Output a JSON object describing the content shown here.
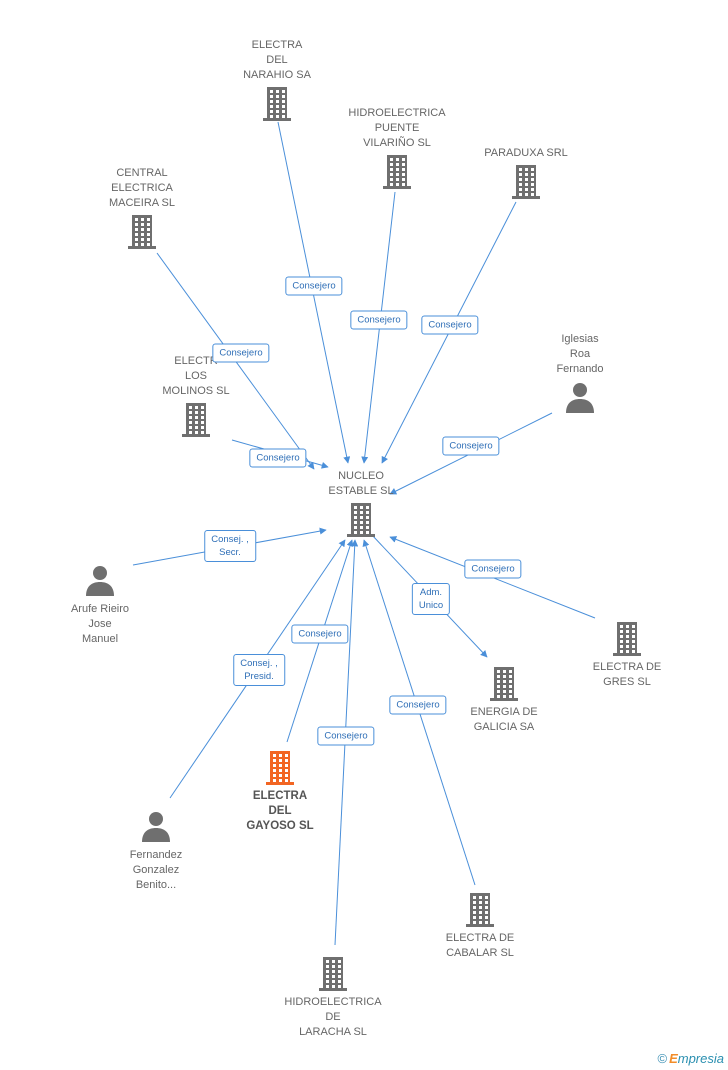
{
  "nodes": [
    {
      "id": "hub",
      "label": "NUCLEO\nESTABLE SL",
      "type": "company",
      "role": "hub"
    },
    {
      "id": "narahio",
      "label": "ELECTRA\nDEL\nNARAHIO SA",
      "type": "company"
    },
    {
      "id": "hidro_puente",
      "label": "HIDROELECTRICA\nPUENTE\nVILARIÑO SL",
      "type": "company"
    },
    {
      "id": "paraduxa",
      "label": "PARADUXA SRL",
      "type": "company"
    },
    {
      "id": "maceira",
      "label": "CENTRAL\nELECTRICA\nMACEIRA SL",
      "type": "company"
    },
    {
      "id": "molinos",
      "label": "ELECTR\nLOS\nMOLINOS SL",
      "type": "company"
    },
    {
      "id": "iglesias",
      "label": "Iglesias\nRoa\nFernando",
      "type": "person"
    },
    {
      "id": "arufe",
      "label": "Arufe Rieiro\nJose\nManuel",
      "type": "person"
    },
    {
      "id": "gres",
      "label": "ELECTRA DE\nGRES SL",
      "type": "company"
    },
    {
      "id": "energia",
      "label": "ENERGIA DE\nGALICIA SA",
      "type": "company"
    },
    {
      "id": "gayoso",
      "label": "ELECTRA\nDEL\nGAYOSO SL",
      "type": "company",
      "role": "focus"
    },
    {
      "id": "fernandez",
      "label": "Fernandez\nGonzalez\nBenito...",
      "type": "person"
    },
    {
      "id": "cabalar",
      "label": "ELECTRA DE\nCABALAR SL",
      "type": "company"
    },
    {
      "id": "laracha",
      "label": "HIDROELECTRICA\nDE\nLARACHA SL",
      "type": "company"
    }
  ],
  "edges": [
    {
      "from": "narahio",
      "to": "hub",
      "label": "Consejero"
    },
    {
      "from": "hidro_puente",
      "to": "hub",
      "label": "Consejero"
    },
    {
      "from": "paraduxa",
      "to": "hub",
      "label": "Consejero"
    },
    {
      "from": "maceira",
      "to": "hub",
      "label": "Consejero"
    },
    {
      "from": "molinos",
      "to": "hub",
      "label": "Consejero"
    },
    {
      "from": "iglesias",
      "to": "hub",
      "label": "Consejero"
    },
    {
      "from": "arufe",
      "to": "hub",
      "label": "Consej. ,\nSecr."
    },
    {
      "from": "gres",
      "to": "hub",
      "label": "Consejero"
    },
    {
      "from": "hub",
      "to": "energia",
      "label": "Adm.\nUnico"
    },
    {
      "from": "gayoso",
      "to": "hub",
      "label": "Consejero"
    },
    {
      "from": "fernandez",
      "to": "hub",
      "label": "Consej. ,\nPresid."
    },
    {
      "from": "laracha",
      "to": "hub",
      "label": "Consejero"
    },
    {
      "from": "cabalar",
      "to": "hub",
      "label": "Consejero"
    }
  ],
  "colors": {
    "edge": "#4a8fd9",
    "icon": "#6f6f6f",
    "focus_icon": "#f26522",
    "label": "#666666"
  },
  "footer": {
    "copyright": "©",
    "brand_initial": "E",
    "brand_rest": "mpresia"
  }
}
